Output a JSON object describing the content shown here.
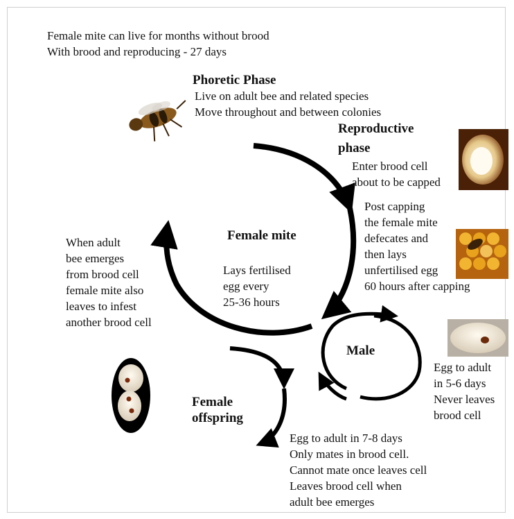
{
  "intro": {
    "lines": [
      "Female mite can live for months without brood",
      "With brood and reproducing - 27 days"
    ]
  },
  "phoretic": {
    "title": "Phoretic Phase",
    "lines": [
      "Live on adult bee and related species",
      "Move throughout and between colonies"
    ]
  },
  "reproductive": {
    "title_lines": [
      "Reproductive",
      "phase"
    ],
    "enter_lines": [
      "Enter brood cell",
      "about to be capped"
    ],
    "post_lines": [
      "Post capping",
      "the female mite",
      "defecates and",
      "then lays",
      "unfertilised egg",
      "60 hours after capping"
    ]
  },
  "female_mite": {
    "title": "Female mite",
    "lines": [
      "Lays fertilised",
      "egg every",
      "25-36 hours"
    ]
  },
  "emerge": {
    "lines": [
      "When adult",
      "bee emerges",
      "from brood cell",
      "female mite also",
      "leaves to infest",
      "another brood cell"
    ]
  },
  "male": {
    "title": "Male",
    "lines": [
      "Egg to adult",
      "in 5-6 days",
      "Never leaves",
      "brood cell"
    ]
  },
  "female_offspring": {
    "title_lines": [
      "Female",
      "offspring"
    ],
    "lines": [
      "Egg to adult in 7-8 days",
      "Only mates in brood cell.",
      "Cannot mate once leaves cell",
      "Leaves brood cell when",
      "adult bee emerges"
    ]
  },
  "colors": {
    "arrow": "#000000",
    "text": "#111111",
    "honey": "#e8a21c",
    "pupa": "#f4efe6"
  },
  "icons": [
    "bee-icon",
    "brood-cell-photo",
    "capped-comb-photo",
    "larva-with-mite-photo",
    "pupae-with-mites-photo"
  ]
}
